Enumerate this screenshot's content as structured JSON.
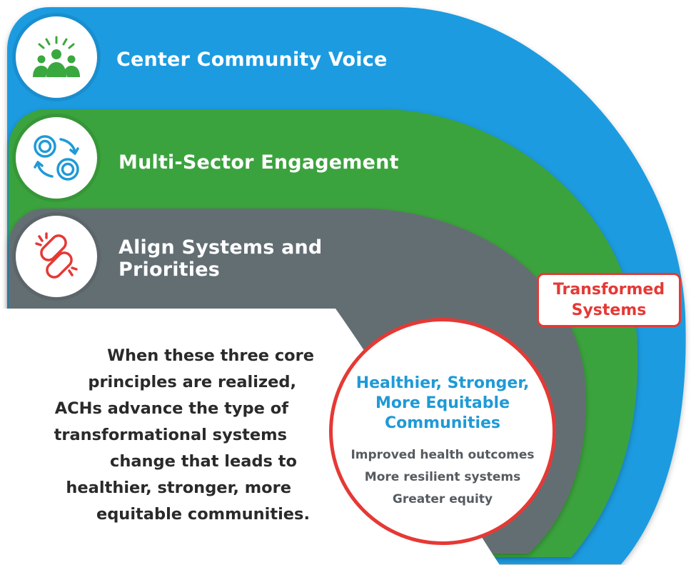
{
  "principles": [
    {
      "label": "Center Community Voice",
      "color": "#1e9be0",
      "icon": "community-people-icon",
      "icon_color": "#3aa83f"
    },
    {
      "label": "Multi-Sector Engagement",
      "color": "#3aa33e",
      "icon": "exchange-cycle-icon",
      "icon_color": "#1f9ad6"
    },
    {
      "label": "Align Systems and Priorities",
      "color": "#646e73",
      "icon": "chain-link-icon",
      "icon_color": "#e53935"
    }
  ],
  "outcome_tag": {
    "line1": "Transformed",
    "line2": "Systems",
    "color": "#e53935"
  },
  "outcome": {
    "title_lines": [
      "Healthier, Stronger,",
      "More Equitable",
      "Communities"
    ],
    "items": [
      "Improved health outcomes",
      "More resilient systems",
      "Greater equity"
    ],
    "title_color": "#1f9ad6"
  },
  "summary_lines": [
    "When these three core",
    "principles are realized,",
    "ACHs advance the type of",
    "transformational systems",
    "change that leads to",
    "healthier, stronger, more",
    "equitable communities."
  ]
}
